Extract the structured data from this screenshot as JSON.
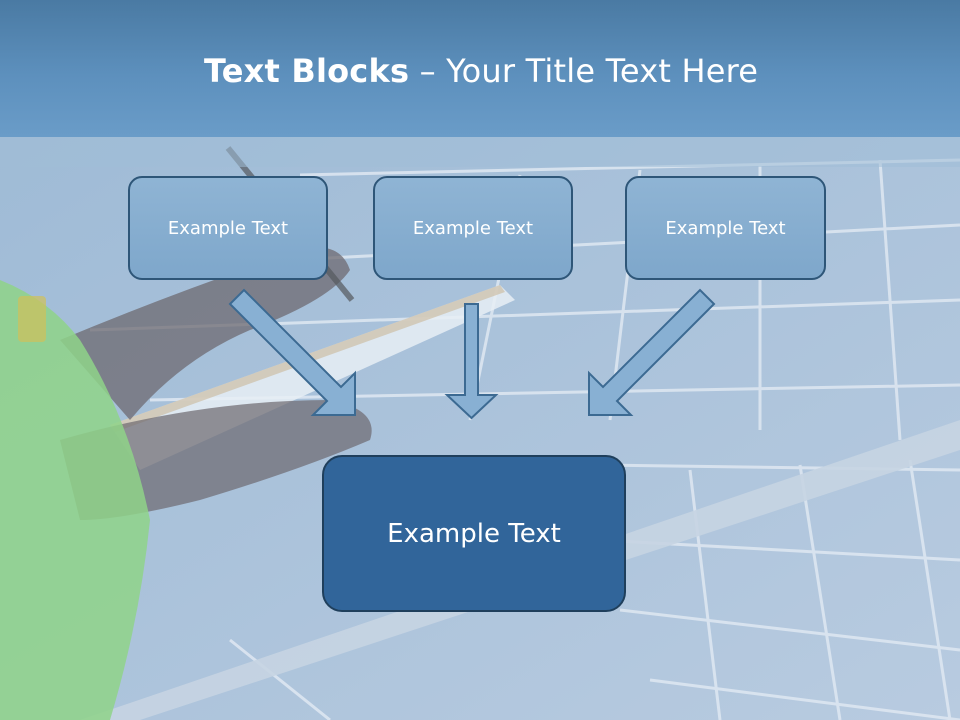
{
  "slide": {
    "title_bold": "Text Blocks",
    "title_rest": " – Your Title Text Here"
  },
  "diagram": {
    "top_boxes": [
      {
        "label": "Example Text"
      },
      {
        "label": "Example Text"
      },
      {
        "label": "Example Text"
      }
    ],
    "bottom_box": {
      "label": "Example Text"
    }
  },
  "colors": {
    "title_bar": "#5d90bd",
    "small_box_fill": "#86add0",
    "small_box_border": "#2e5678",
    "big_box_fill": "#31659a",
    "arrow_fill": "#88b0d3",
    "arrow_stroke": "#3c6a92"
  }
}
